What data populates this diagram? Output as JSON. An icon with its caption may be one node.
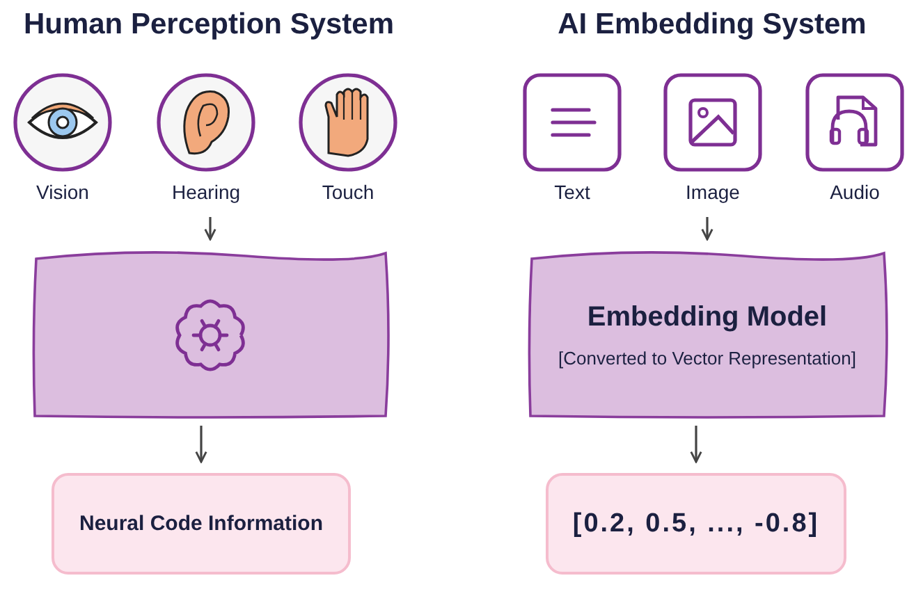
{
  "diagram": {
    "nodes": [
      {
        "text": [
          "Vision"
        ]
      },
      {
        "text": [
          "Hearing"
        ]
      },
      {
        "text": [
          "Touch"
        ]
      },
      {
        "text": [],
        "shape": "box"
      },
      {
        "text": [
          "Neural Code Information"
        ]
      },
      {
        "text": [
          "Text"
        ]
      },
      {
        "text": [
          "Image"
        ]
      },
      {
        "text": [
          "Audio"
        ]
      },
      {
        "text": [
          "Embedding Model",
          "[Converted to Vector Representation]"
        ]
      },
      {
        "text": [
          "[0.2, 0.5, ..., -0.8]"
        ]
      }
    ],
    "edges": [
      {
        "from": 1,
        "to": 3,
        "arrow": "to"
      },
      {
        "from": 3,
        "to": 4,
        "arrow": "to"
      },
      {
        "from": 6,
        "to": 8,
        "arrow": "to"
      },
      {
        "from": 8,
        "to": 9,
        "arrow": "to"
      }
    ],
    "labels": [
      "Human Perception System",
      "AI Embedding System"
    ]
  }
}
